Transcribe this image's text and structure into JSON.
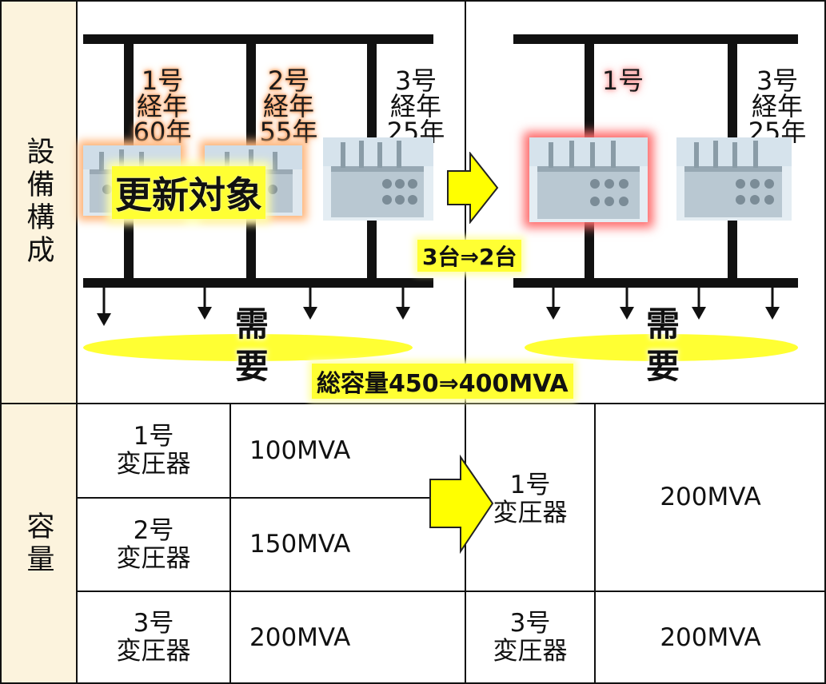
{
  "rows": {
    "config_label": "設備構成",
    "capacity_label": "容量"
  },
  "before": {
    "units": [
      {
        "name": "1号",
        "age1": "経年",
        "age2": "60年"
      },
      {
        "name": "2号",
        "age1": "経年",
        "age2": "55年"
      },
      {
        "name": "3号",
        "age1": "経年",
        "age2": "25年"
      }
    ],
    "renewal_label": "更新対象",
    "demand_label_1": "需",
    "demand_label_2": "要"
  },
  "after": {
    "units": [
      {
        "name": "1号"
      },
      {
        "name": "3号",
        "age1": "経年",
        "age2": "25年"
      }
    ],
    "demand_label_1": "需",
    "demand_label_2": "要"
  },
  "change_count": "3台⇒2台",
  "change_capacity": "総容量450⇒400MVA",
  "capacity_table": {
    "before": [
      {
        "unit_line1": "1号",
        "unit_line2": "変圧器",
        "capacity": "100MVA"
      },
      {
        "unit_line1": "2号",
        "unit_line2": "変圧器",
        "capacity": "150MVA"
      },
      {
        "unit_line1": "3号",
        "unit_line2": "変圧器",
        "capacity": "200MVA"
      }
    ],
    "after": [
      {
        "unit_line1": "1号",
        "unit_line2": "変圧器",
        "capacity": "200MVA"
      },
      {
        "unit_line1": "3号",
        "unit_line2": "変圧器",
        "capacity": "200MVA"
      }
    ]
  },
  "colors": {
    "header_bg": "#fcf3dd",
    "highlight_yellow": "#ffff33",
    "arrow_yellow": "#ffff00",
    "glow_orange": "#ffb57a",
    "glow_red": "#ff6b6b"
  },
  "icons": [
    "transformer-icon",
    "down-arrow-icon",
    "right-arrow-icon"
  ]
}
